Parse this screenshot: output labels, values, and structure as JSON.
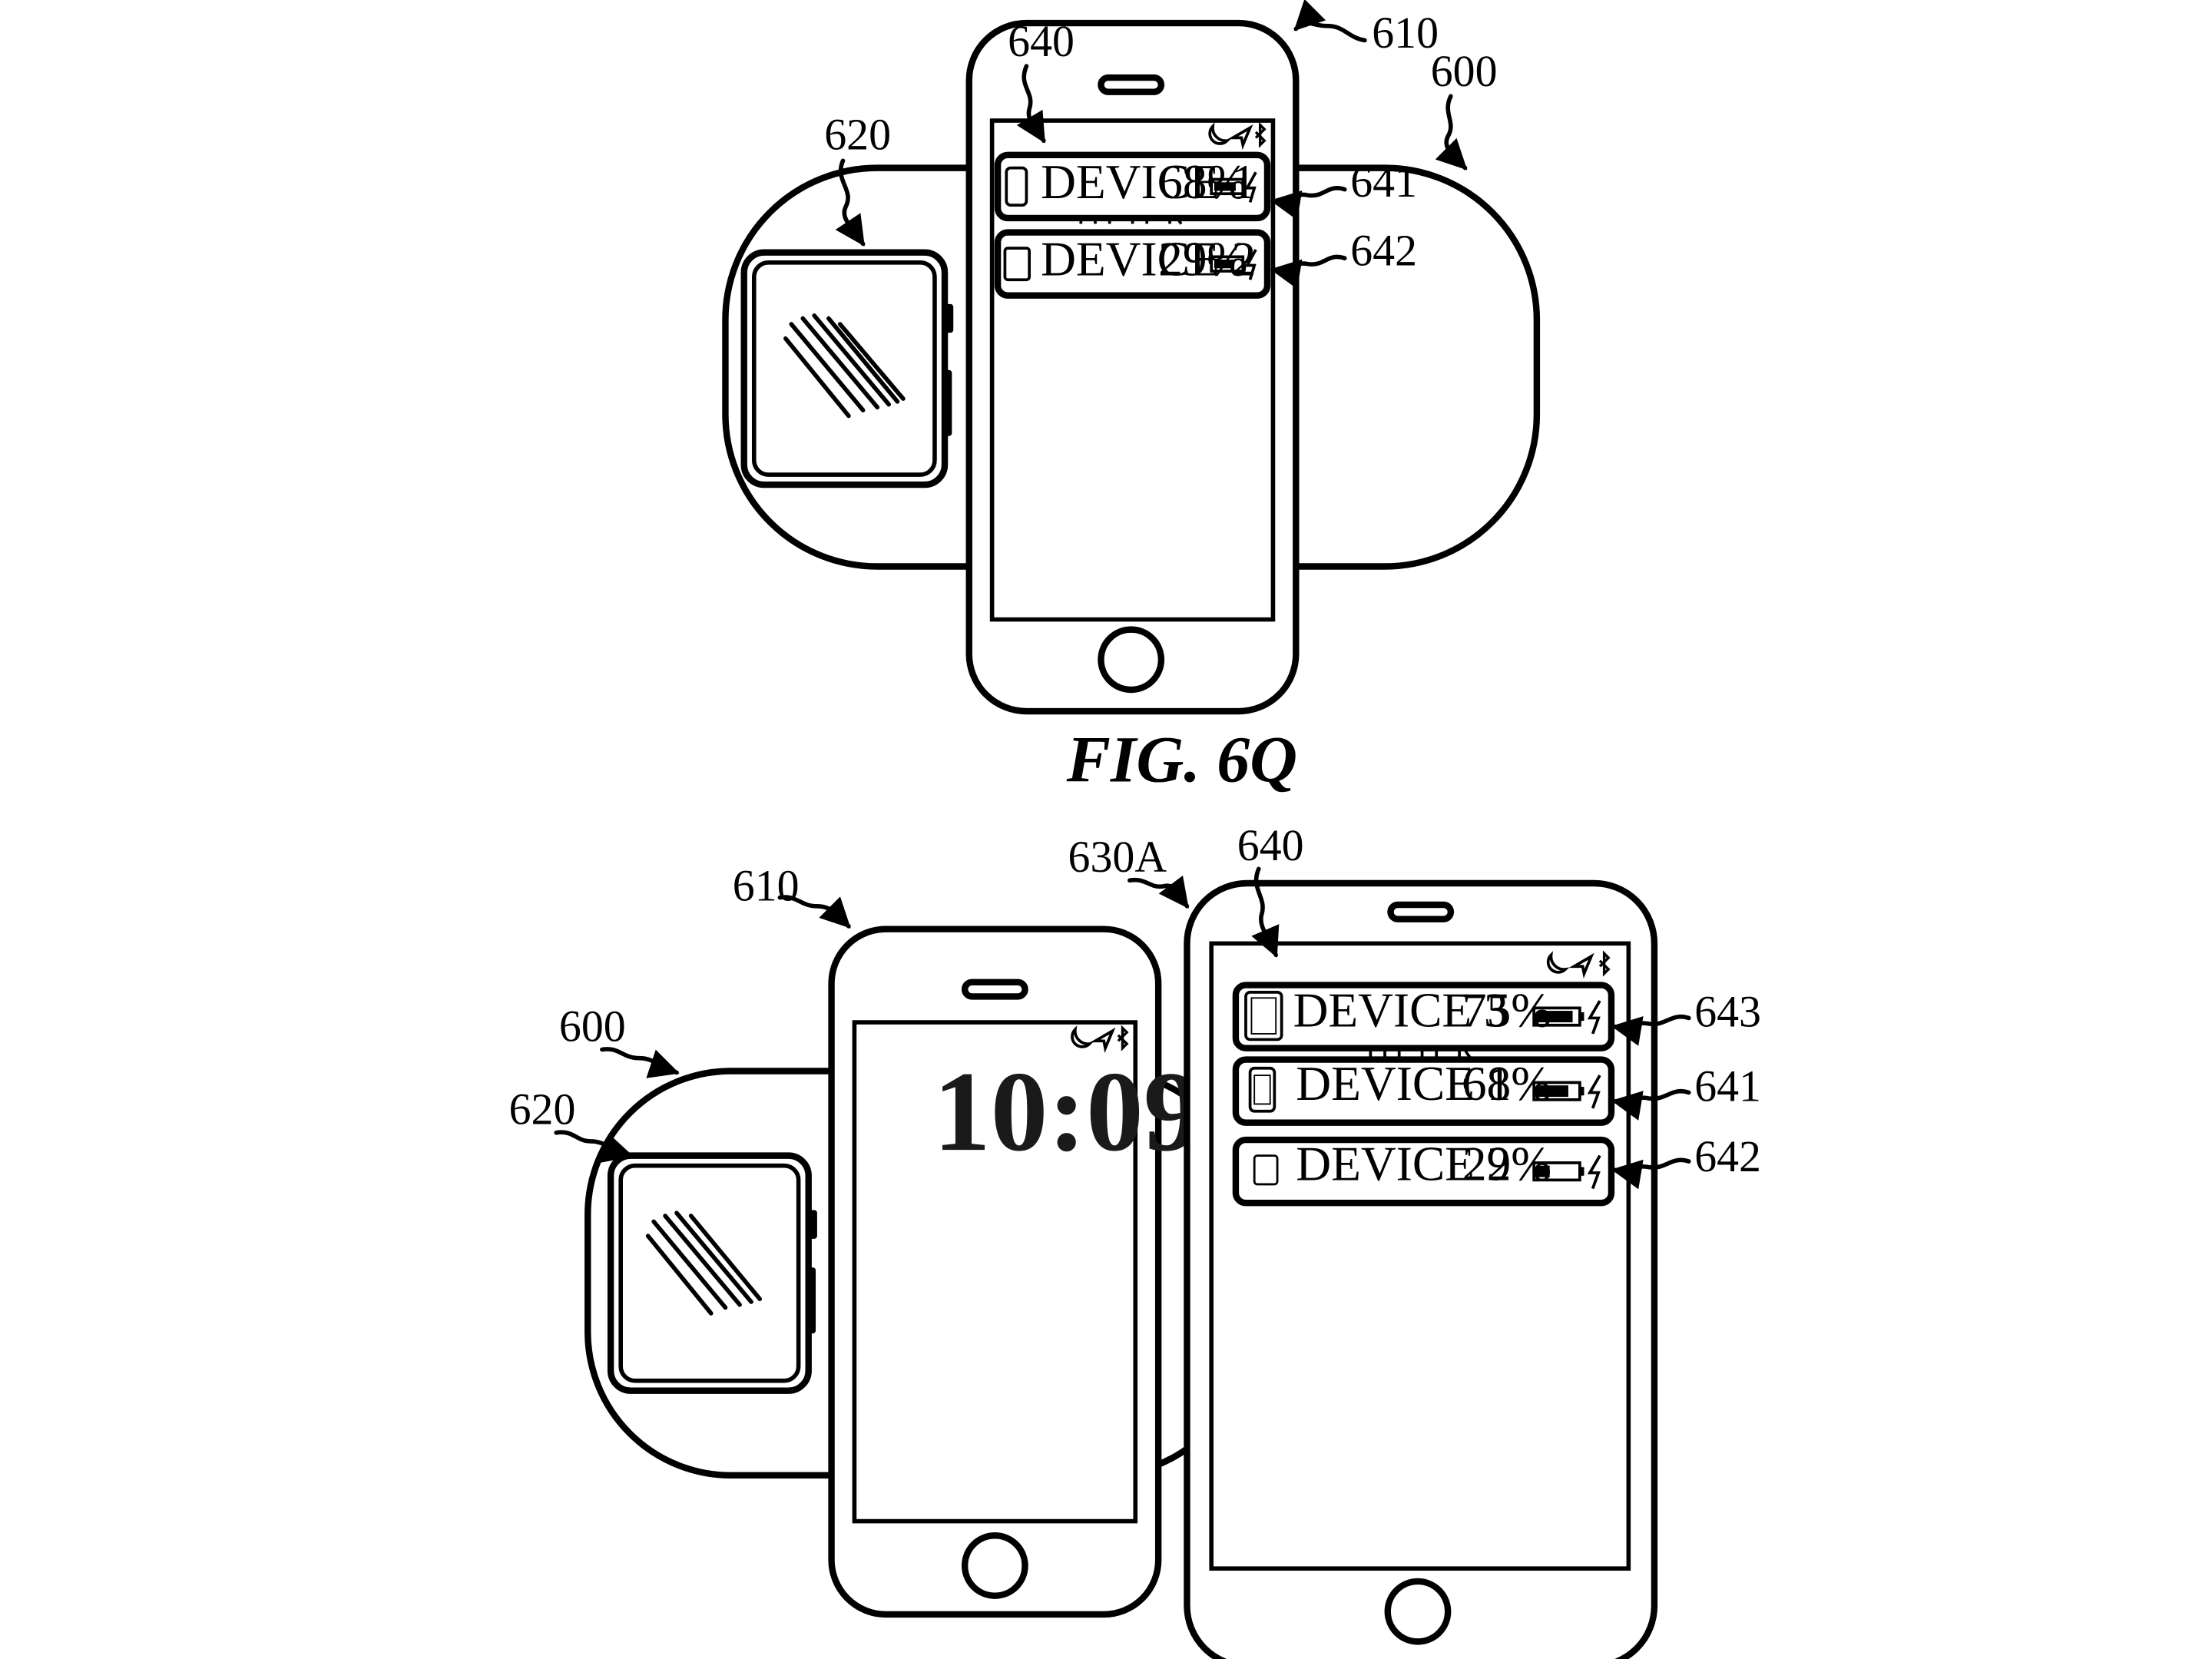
{
  "figure_q": {
    "caption": "FIG. 6Q",
    "refs": {
      "pad": "600",
      "phone": "610",
      "watch": "620",
      "widget": "640",
      "row1": "641",
      "row2": "642"
    },
    "rows": [
      {
        "device": "DEVICE 1",
        "percent": "68%",
        "icon": "phone-icon"
      },
      {
        "device": "DEVICE 2",
        "percent": "29%",
        "icon": "case-icon"
      }
    ]
  },
  "figure_r": {
    "refs": {
      "pad": "600",
      "phone": "610",
      "watch": "620",
      "tablet": "630A",
      "widget": "640",
      "row3": "643",
      "row1": "641",
      "row2": "642"
    },
    "clock": "10:09",
    "rows": [
      {
        "device": "DEVICE 3",
        "percent": "75%",
        "icon": "tablet-icon"
      },
      {
        "device": "DEVICE 1",
        "percent": "68%",
        "icon": "phone-icon"
      },
      {
        "device": "DEVICE 2",
        "percent": "29%",
        "icon": "case-icon"
      }
    ]
  },
  "status_icons": [
    "moon-icon",
    "location-arrow-icon",
    "bluetooth-icon"
  ]
}
